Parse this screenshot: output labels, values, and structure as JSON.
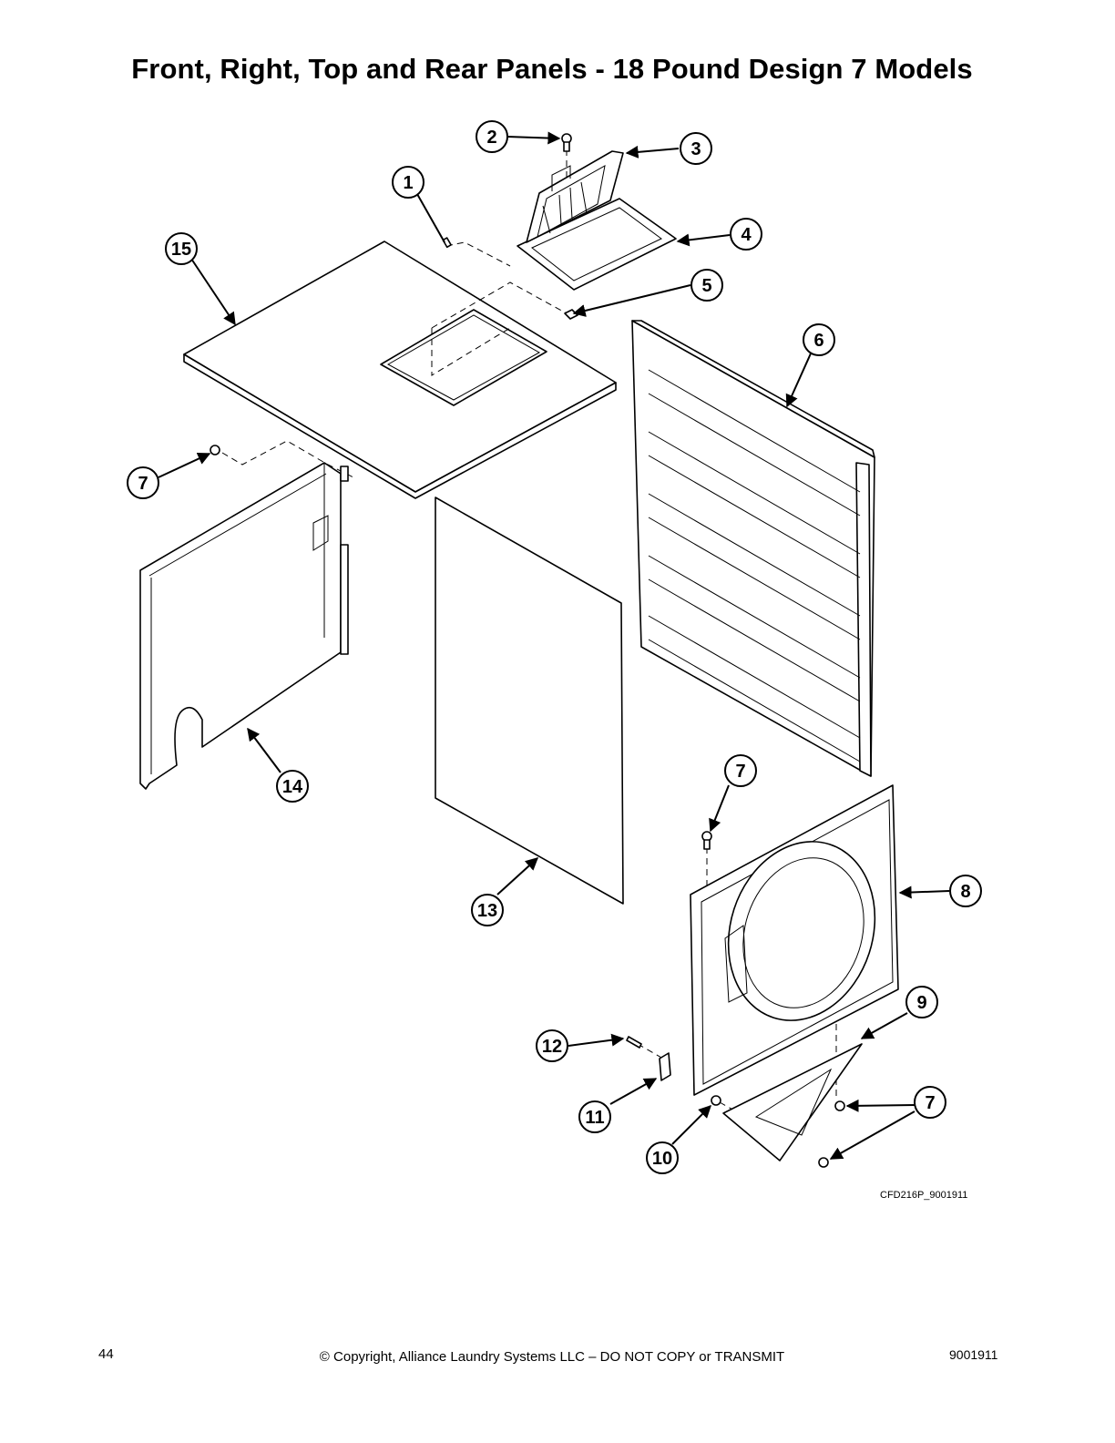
{
  "page": {
    "title": "Front, Right, Top and Rear Panels - 18 Pound Design 7 Models",
    "drawing_code": "CFD216P_9001911",
    "page_number": "44",
    "copyright": "© Copyright, Alliance Laundry Systems LLC – DO NOT COPY or TRANSMIT",
    "doc_number": "9001911"
  },
  "callouts": [
    {
      "id": "c1",
      "label": "1"
    },
    {
      "id": "c2",
      "label": "2"
    },
    {
      "id": "c3",
      "label": "3"
    },
    {
      "id": "c4",
      "label": "4"
    },
    {
      "id": "c5",
      "label": "5"
    },
    {
      "id": "c6",
      "label": "6"
    },
    {
      "id": "c7a",
      "label": "7"
    },
    {
      "id": "c7b",
      "label": "7"
    },
    {
      "id": "c7c",
      "label": "7"
    },
    {
      "id": "c8",
      "label": "8"
    },
    {
      "id": "c9",
      "label": "9"
    },
    {
      "id": "c10",
      "label": "10"
    },
    {
      "id": "c11",
      "label": "11"
    },
    {
      "id": "c12",
      "label": "12"
    },
    {
      "id": "c13",
      "label": "13"
    },
    {
      "id": "c14",
      "label": "14"
    },
    {
      "id": "c15",
      "label": "15"
    }
  ]
}
